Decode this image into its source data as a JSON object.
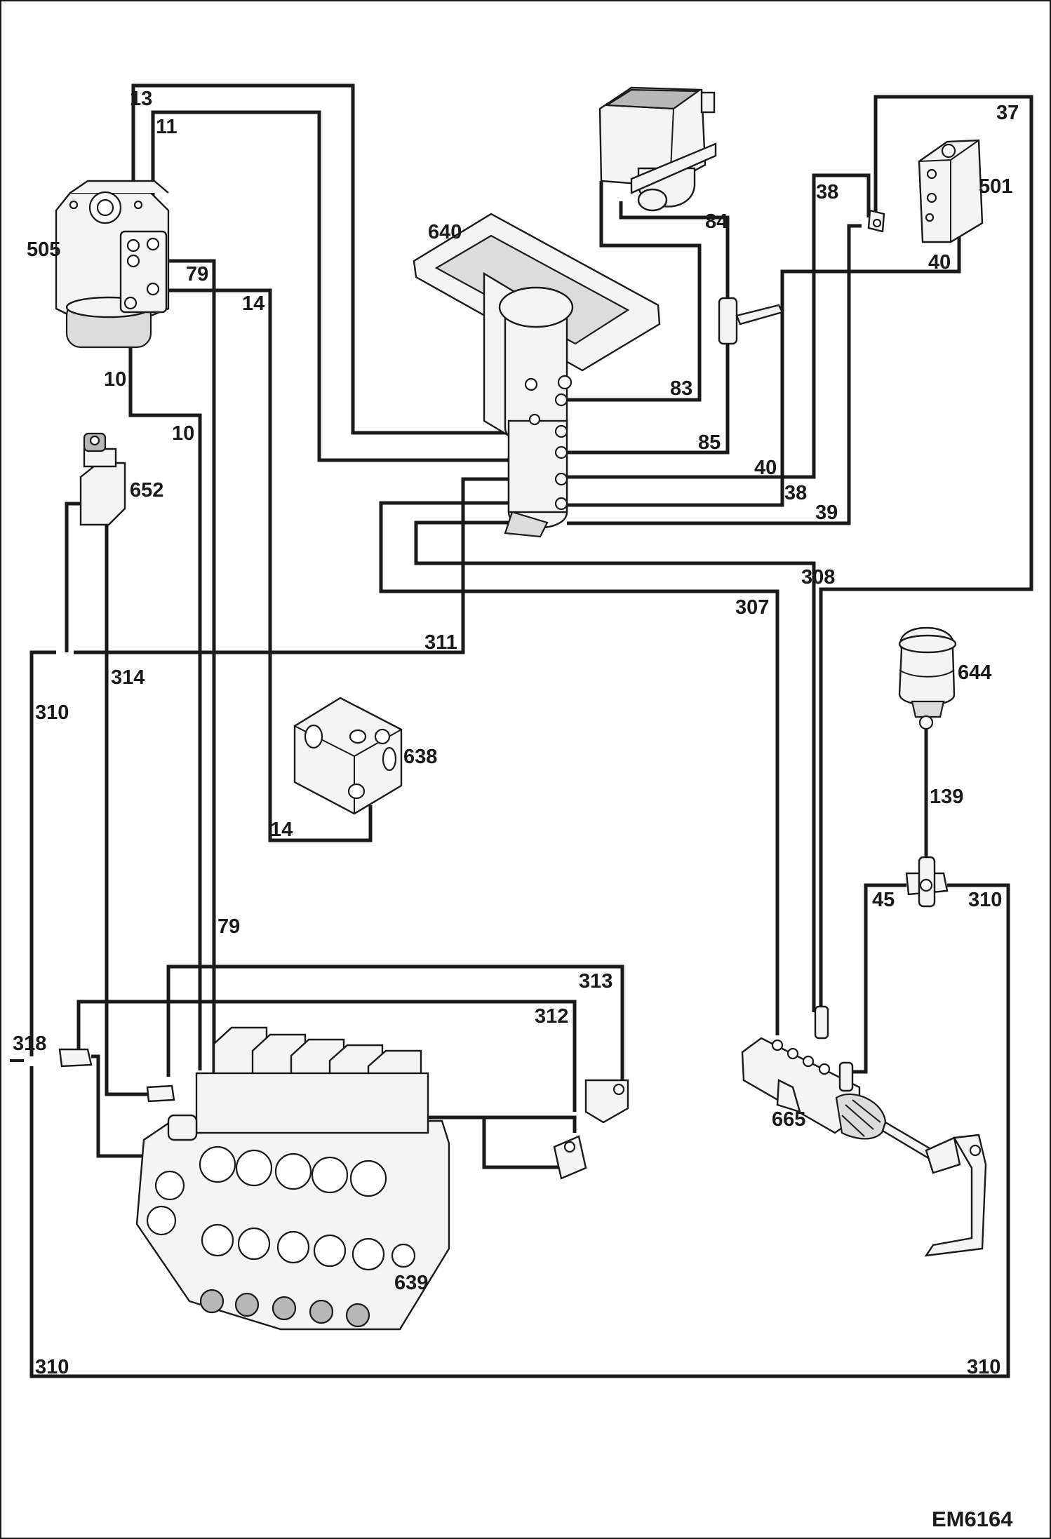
{
  "components": [
    {
      "id": "505",
      "label": "505"
    },
    {
      "id": "640",
      "label": "640"
    },
    {
      "id": "501",
      "label": "501"
    },
    {
      "id": "652",
      "label": "652"
    },
    {
      "id": "638",
      "label": "638"
    },
    {
      "id": "644",
      "label": "644"
    },
    {
      "id": "665",
      "label": "665"
    },
    {
      "id": "639",
      "label": "639"
    }
  ],
  "hoses": [
    "13",
    "11",
    "79",
    "14",
    "10",
    "10",
    "83",
    "84",
    "85",
    "37",
    "38",
    "40",
    "40",
    "38",
    "39",
    "311",
    "307",
    "308",
    "314",
    "310",
    "14",
    "139",
    "45",
    "310",
    "79",
    "313",
    "312",
    "318",
    "310",
    "310"
  ],
  "drawing_ref": "EM6164"
}
